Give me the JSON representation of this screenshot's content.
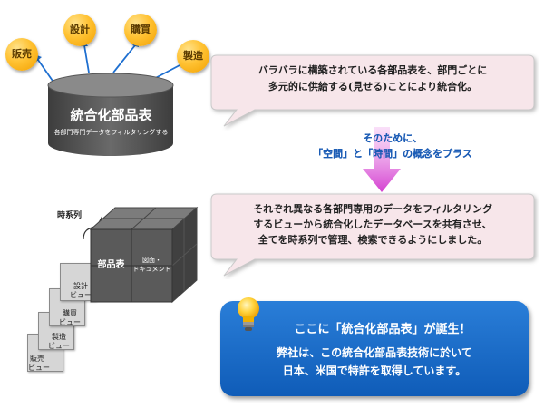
{
  "departments": {
    "sales": "販売",
    "design": "設計",
    "purchasing": "購買",
    "manufacturing": "製造"
  },
  "database": {
    "title": "統合化部品表",
    "subtitle": "各部門専門データをフィルタリングする"
  },
  "callout_top": {
    "line1": "バラバラに構築されている各部品表を、部門ごとに",
    "line2": "多元的に供給する(見せる)ことにより統合化。"
  },
  "middle_text": {
    "line1": "そのために、",
    "line2": "「空間」と「時間」の概念をプラス"
  },
  "callout_bottom": {
    "line1": "それぞれ異なる各部門専用のデータをフィルタリング",
    "line2": "するビューから統合化したデータベースを共有させ、",
    "line3": "全てを時系列で管理、検索できるようにしました。"
  },
  "cube": {
    "time_label": "時系列",
    "front_left": "部品表",
    "front_right_line1": "図面・",
    "front_right_line2": "ドキュメント"
  },
  "views": [
    {
      "line1": "設計",
      "line2": "ビュー"
    },
    {
      "line1": "購買",
      "line2": "ビュー"
    },
    {
      "line1": "製造",
      "line2": "ビュー"
    },
    {
      "line1": "販売",
      "line2": "ビュー"
    }
  ],
  "notice": {
    "headline": "ここに「統合化部品表」が誕生！",
    "body_line1": "弊社は、この統合化部品表技術に於いて",
    "body_line2": "日本、米国で特許を取得しています。"
  },
  "colors": {
    "department_bubble": "#ffc233",
    "database": "#555555",
    "callout_fill": "#f7e6ea",
    "arrow": "#d94fd6",
    "notice_fill": "#1a6cc8",
    "highlight_text": "#1a5bb5"
  }
}
